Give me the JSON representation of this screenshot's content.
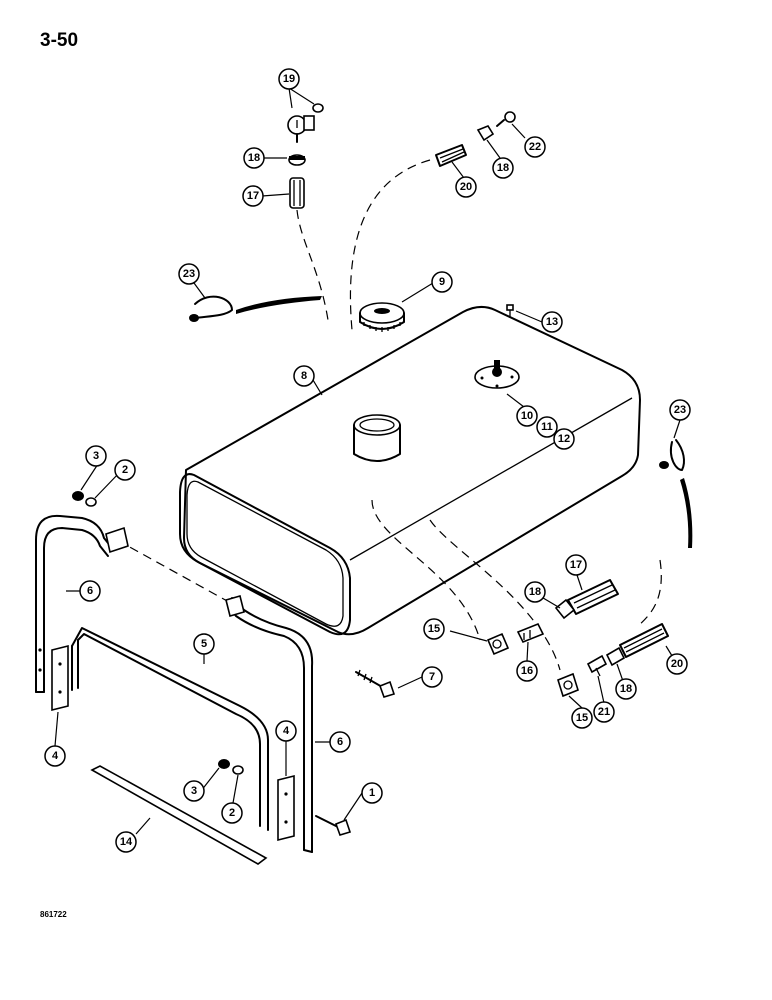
{
  "page_number": "3-50",
  "drawing_code": "861722",
  "callouts": [
    {
      "id": "c1",
      "label": "1"
    },
    {
      "id": "c2a",
      "label": "2"
    },
    {
      "id": "c2b",
      "label": "2"
    },
    {
      "id": "c3a",
      "label": "3"
    },
    {
      "id": "c3b",
      "label": "3"
    },
    {
      "id": "c4a",
      "label": "4"
    },
    {
      "id": "c4b",
      "label": "4"
    },
    {
      "id": "c5",
      "label": "5"
    },
    {
      "id": "c6a",
      "label": "6"
    },
    {
      "id": "c6b",
      "label": "6"
    },
    {
      "id": "c7",
      "label": "7"
    },
    {
      "id": "c8",
      "label": "8"
    },
    {
      "id": "c9",
      "label": "9"
    },
    {
      "id": "c10",
      "label": "10"
    },
    {
      "id": "c11",
      "label": "11"
    },
    {
      "id": "c12",
      "label": "12"
    },
    {
      "id": "c13",
      "label": "13"
    },
    {
      "id": "c14",
      "label": "14"
    },
    {
      "id": "c15a",
      "label": "15"
    },
    {
      "id": "c15b",
      "label": "15"
    },
    {
      "id": "c16",
      "label": "16"
    },
    {
      "id": "c17a",
      "label": "17"
    },
    {
      "id": "c17b",
      "label": "17"
    },
    {
      "id": "c18a",
      "label": "18"
    },
    {
      "id": "c18b",
      "label": "18"
    },
    {
      "id": "c18c",
      "label": "18"
    },
    {
      "id": "c18d",
      "label": "18"
    },
    {
      "id": "c19",
      "label": "19"
    },
    {
      "id": "c20a",
      "label": "20"
    },
    {
      "id": "c20b",
      "label": "20"
    },
    {
      "id": "c21",
      "label": "21"
    },
    {
      "id": "c22",
      "label": "22"
    },
    {
      "id": "c23a",
      "label": "23"
    },
    {
      "id": "c23b",
      "label": "23"
    }
  ]
}
